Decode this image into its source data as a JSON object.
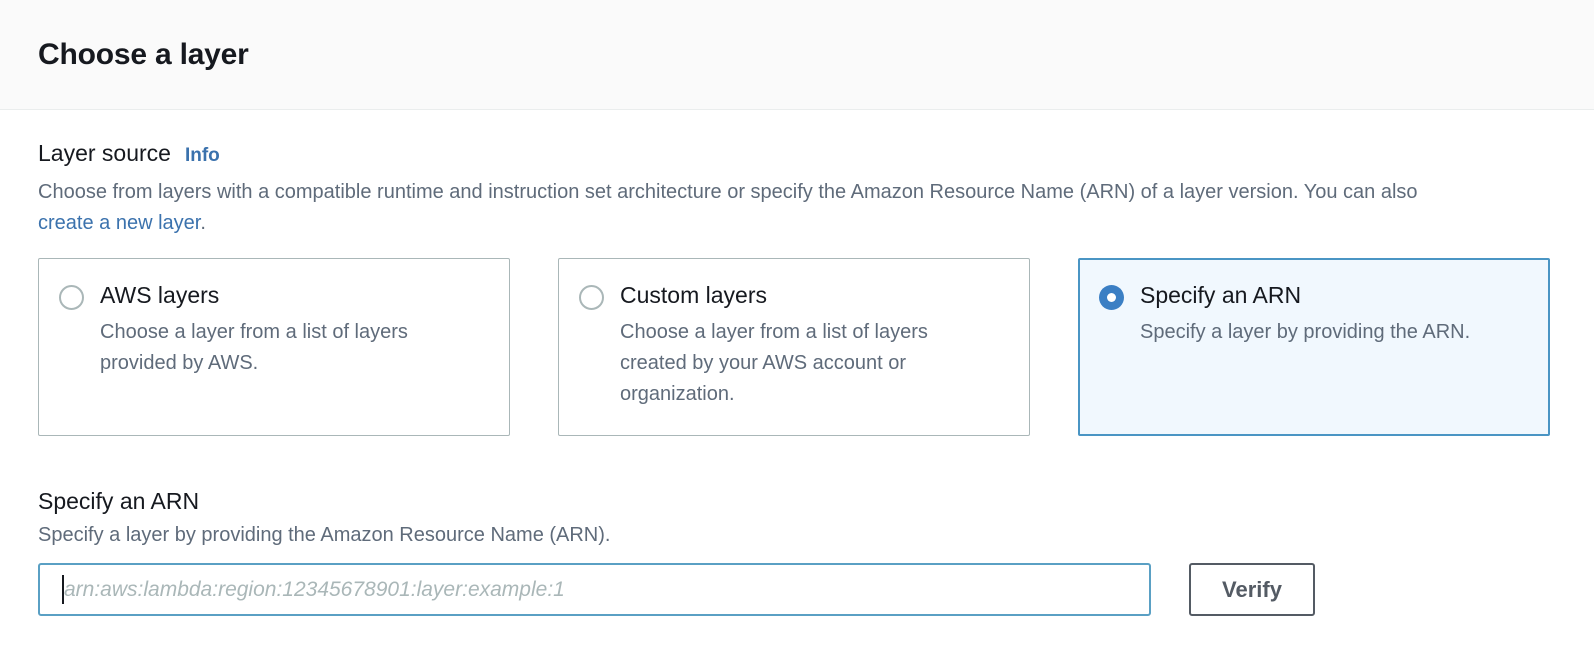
{
  "header": {
    "title": "Choose a layer"
  },
  "layer_source": {
    "label": "Layer source",
    "info_label": "Info",
    "description_part1": "Choose from layers with a compatible runtime and instruction set architecture or specify the Amazon Resource Name (ARN) of a layer version. You can also ",
    "description_link": "create a new layer",
    "description_part2": ".",
    "options": [
      {
        "title": "AWS layers",
        "description": "Choose a layer from a list of layers provided by AWS.",
        "selected": false
      },
      {
        "title": "Custom layers",
        "description": "Choose a layer from a list of layers created by your AWS account or organization.",
        "selected": false
      },
      {
        "title": "Specify an ARN",
        "description": "Specify a layer by providing the ARN.",
        "selected": true
      }
    ]
  },
  "arn_section": {
    "title": "Specify an ARN",
    "description": "Specify a layer by providing the Amazon Resource Name (ARN).",
    "input_value": "",
    "input_placeholder": "arn:aws:lambda:region:12345678901:layer:example:1",
    "verify_label": "Verify"
  },
  "colors": {
    "accent_blue": "#3b72ad",
    "selected_card_border": "#4a95c4",
    "selected_card_bg": "#f1f8fe",
    "radio_checked": "#3b7fc4",
    "input_focus_border": "#5aa0c4",
    "button_border": "#545b64",
    "header_bg": "#fafafa",
    "muted_text": "#5f6b7a"
  }
}
